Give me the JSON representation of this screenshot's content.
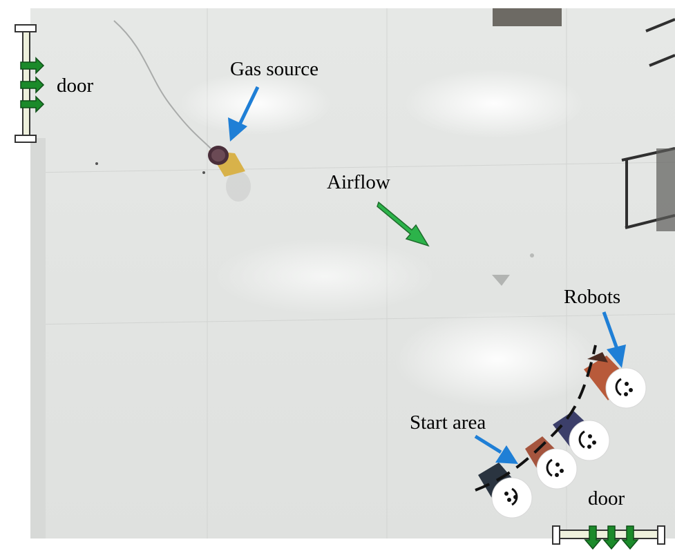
{
  "labels": {
    "gas_source": "Gas source",
    "door_left": "door",
    "airflow": "Airflow",
    "robots": "Robots",
    "start_area": "Start area",
    "door_right": "door"
  },
  "colors": {
    "pointer_arrow": "#1f7fd6",
    "airflow_arrow": "#2cb34a",
    "door_arrow": "#1b8a2a",
    "floor": "#e4e6e4"
  }
}
